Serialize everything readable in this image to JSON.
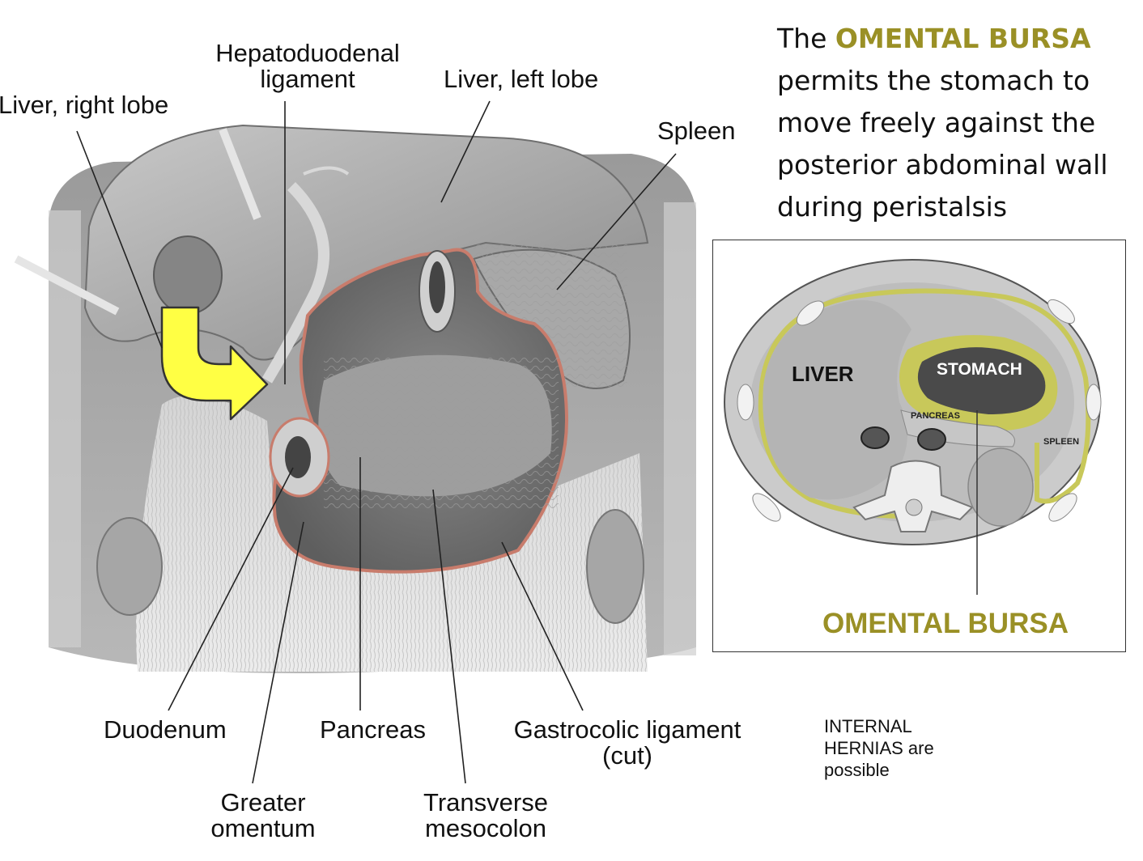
{
  "labels": {
    "liver_right_lobe": "Liver, right lobe",
    "hepatoduodenal_1": "Hepatoduodenal",
    "hepatoduodenal_2": "ligament",
    "liver_left_lobe": "Liver, left lobe",
    "spleen": "Spleen",
    "duodenum": "Duodenum",
    "pancreas": "Pancreas",
    "gastrocolic_1": "Gastrocolic ligament",
    "gastrocolic_2": "(cut)",
    "greater_omentum_1": "Greater",
    "greater_omentum_2": "omentum",
    "transverse_mesocolon_1": "Transverse",
    "transverse_mesocolon_2": "mesocolon"
  },
  "caption": {
    "prefix": "The ",
    "highlight": "OMENTAL BURSA",
    "rest": " permits the stomach to move freely against the posterior abdominal wall during peristalsis"
  },
  "inset": {
    "liver": "LIVER",
    "stomach": "STOMACH",
    "pancreas": "PANCREAS",
    "spleen": "SPLEEN",
    "bursa_label": "OMENTAL BURSA"
  },
  "note": {
    "line1": "INTERNAL",
    "line2": "HERNIAS are",
    "line3": "possible"
  },
  "colors": {
    "highlight_olive": "#9a9026",
    "bursa_yellow": "#c8c85a",
    "arrow_yellow": "#ffff44",
    "cut_edge": "#c87c6c"
  }
}
